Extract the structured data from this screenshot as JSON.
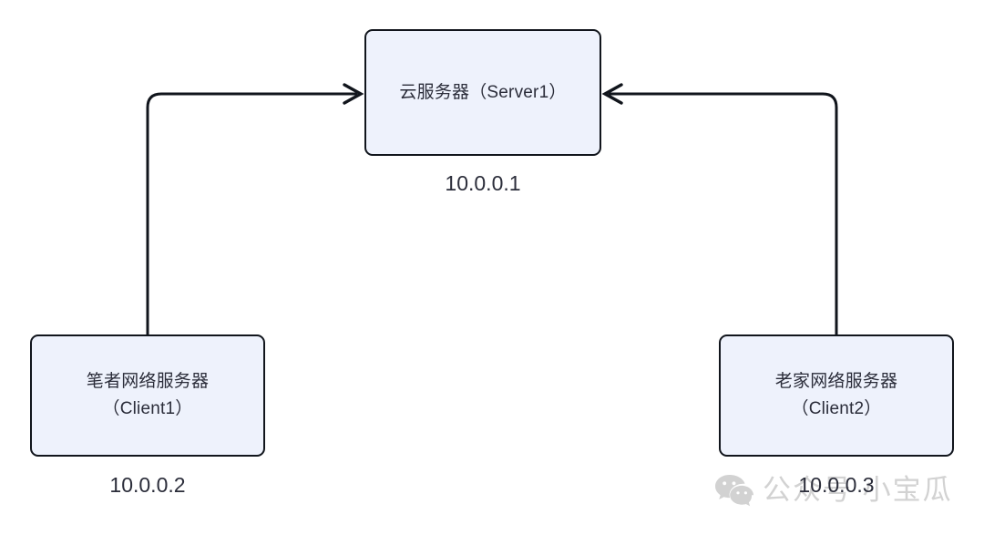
{
  "diagram": {
    "type": "network-topology",
    "background_color": "#ffffff",
    "node_fill": "#eef2fc",
    "node_border": "#11151c",
    "text_color": "#2b2d3a",
    "nodes": [
      {
        "id": "server",
        "title_line1": "云服务器（Server1）",
        "ip": "10.0.0.1"
      },
      {
        "id": "client1",
        "title_line1": "笔者网络服务器",
        "title_line2": "（Client1）",
        "ip": "10.0.0.2"
      },
      {
        "id": "client2",
        "title_line1": "老家网络服务器",
        "title_line2": "（Client2）",
        "ip": "10.0.0.3"
      }
    ],
    "connectors": [
      {
        "id": "client1-to-server",
        "from": "client1",
        "to": "server",
        "arrow": "to-server",
        "style": "orthogonal-rounded"
      },
      {
        "id": "client2-to-server",
        "from": "client2",
        "to": "server",
        "arrow": "to-server",
        "style": "orthogonal-rounded"
      }
    ]
  },
  "watermark": {
    "icon": "wechat-icon",
    "text": "公众号 小宝瓜",
    "color": "#d2d2d2"
  }
}
